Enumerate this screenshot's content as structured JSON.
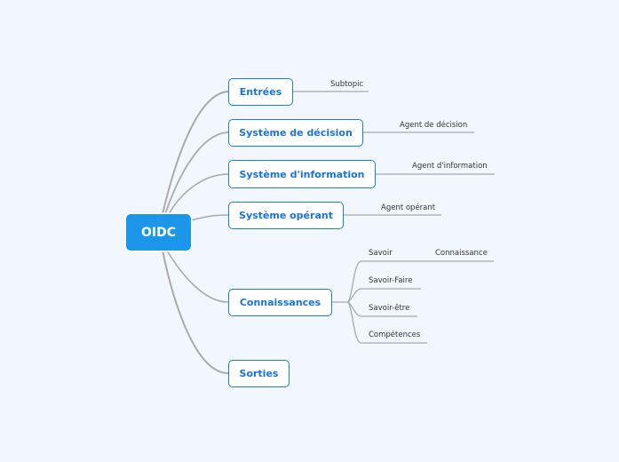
{
  "root": {
    "label": "OIDC"
  },
  "topics": [
    {
      "label": "Entrées",
      "children": [
        "Subtopic"
      ]
    },
    {
      "label": "Système de décision",
      "children": [
        "Agent de décision"
      ]
    },
    {
      "label": "Système d'information",
      "children": [
        "Agent d'information"
      ]
    },
    {
      "label": "Système opérant",
      "children": [
        "Agent opérant"
      ]
    },
    {
      "label": "Connaissances",
      "children": [
        {
          "label": "Savoir",
          "children": [
            "Connaissance"
          ]
        },
        "Savoir-Faire",
        "Savoir-être",
        "Compétences"
      ]
    },
    {
      "label": "Sorties"
    }
  ],
  "colors": {
    "accent": "#1b96e8",
    "topic_text": "#1a73d9",
    "background": "#f2f6fe"
  }
}
